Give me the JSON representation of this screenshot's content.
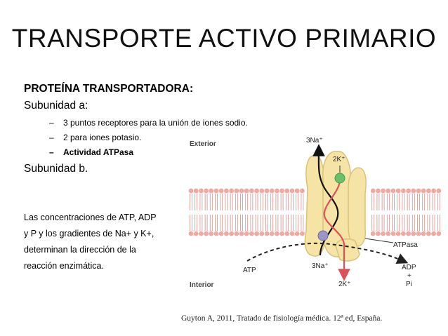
{
  "slide": {
    "title": "TRANSPORTE ACTIVO PRIMARIO",
    "heading": "PROTEÍNA TRANSPORTADORA:",
    "subunit_a": "Subunidad a:",
    "bullets": [
      {
        "dash": "–",
        "text": "3 puntos receptores para la unión de iones sodio."
      },
      {
        "dash": "–",
        "text": "2 para iones potasio."
      },
      {
        "dash": "–",
        "text": "Actividad ATPasa"
      }
    ],
    "subunit_b": "Subunidad b.",
    "paragraph_lines": [
      "Las concentraciones de ATP, ADP",
      "y P  y los gradientes de Na+ y K+,",
      "determinan la dirección de la",
      "reacción enzimática."
    ],
    "caption": "Guyton A, 2011, Tratado de fisiología médica. 12ª ed, España."
  },
  "diagram": {
    "exterior": "Exterior",
    "interior": "Interior",
    "na_out": "3Na⁺",
    "k_out": "2K⁺",
    "atpasa": "ATPasa",
    "atp": "ATP",
    "na_in": "3Na⁺",
    "adp": "ADP",
    "plus": "+",
    "pi": "Pi",
    "k_in": "2K⁺",
    "colors": {
      "protein": "#f6e3a6",
      "protein_stroke": "#d9c27a",
      "membrane_head": "#f0a8a0",
      "k_site": "#6cc06c",
      "na_site": "#9b95c8",
      "k_arrow": "#e0505a",
      "na_arrow": "#111111"
    }
  }
}
